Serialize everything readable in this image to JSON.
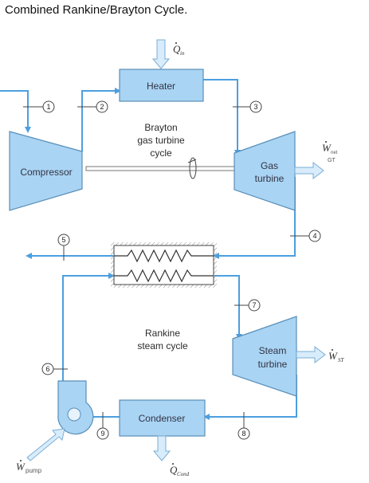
{
  "title": "Combined Rankine/Brayton Cycle.",
  "colors": {
    "fluid_line": "#4b9fe0",
    "component_fill": "#a9d4f3",
    "component_stroke": "#5a8fb8",
    "arrow_fill": "#d8ecfb"
  },
  "components": {
    "heater": "Heater",
    "compressor": "Compressor",
    "gas_turbine_line1": "Gas",
    "gas_turbine_line2": "turbine",
    "steam_turbine_line1": "Steam",
    "steam_turbine_line2": "turbine",
    "condenser": "Condenser"
  },
  "cycles": {
    "brayton_line1": "Brayton",
    "brayton_line2": "gas turbine",
    "brayton_line3": "cycle",
    "rankine_line1": "Rankine",
    "rankine_line2": "steam cycle"
  },
  "states": [
    "1",
    "2",
    "3",
    "4",
    "5",
    "6",
    "7",
    "8",
    "9"
  ],
  "energy_flows": {
    "q_in": {
      "symbol": "Q",
      "sub": "in"
    },
    "w_gt": {
      "symbol": "W",
      "sub": "net",
      "sub2": "GT"
    },
    "w_st": {
      "symbol": "W",
      "sub": "ST"
    },
    "w_pump": {
      "symbol": "W",
      "sub": "pump"
    },
    "q_cond": {
      "symbol": "Q",
      "sub": "Cond"
    }
  }
}
